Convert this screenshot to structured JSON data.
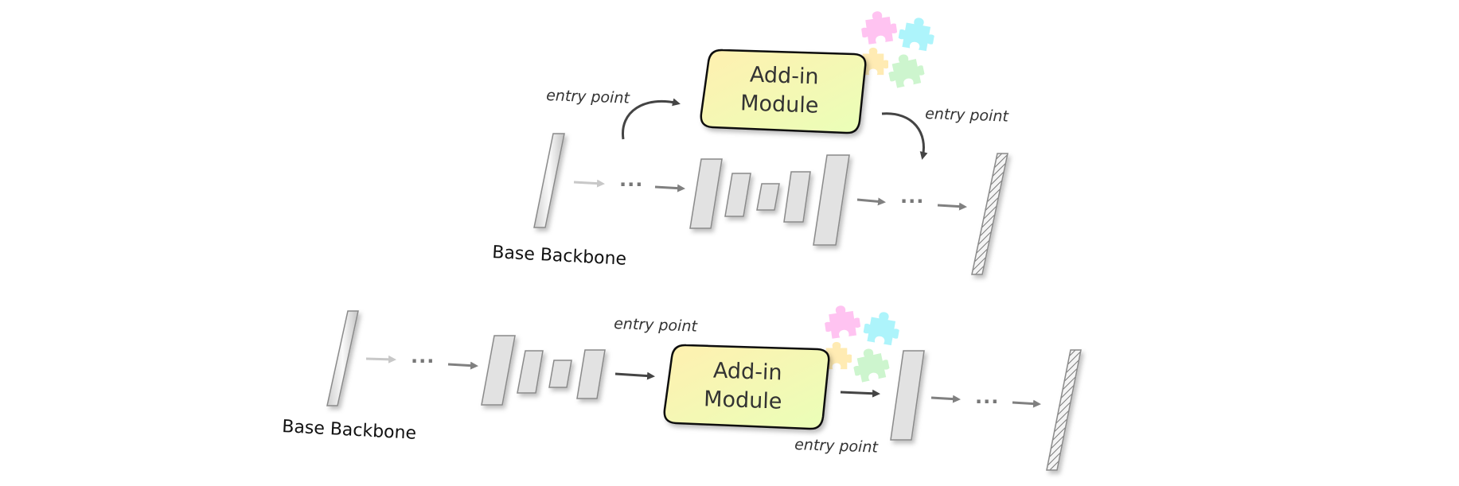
{
  "top_diagram": {
    "module_line1": "Add-in",
    "module_line2": "Module",
    "entry_in_label": "entry point",
    "entry_out_label": "entry point",
    "backbone_label": "Base Backbone",
    "ellipsis_1": "...",
    "ellipsis_2": "..."
  },
  "bottom_diagram": {
    "module_line1": "Add-in",
    "module_line2": "Module",
    "entry_in_label": "entry point",
    "entry_out_label": "entry point",
    "backbone_label": "Base Backbone",
    "ellipsis_1": "...",
    "ellipsis_2": "..."
  },
  "colors": {
    "layer_fill": "#e2e2e2",
    "layer_stroke": "#8a8a8a",
    "module_gradient_start": "#fff0b0",
    "module_gradient_end": "#eaffb8",
    "module_border": "#111111",
    "arrow_dark": "#444444",
    "arrow_mid": "#808080",
    "arrow_light": "#c8c8c8",
    "puzzle_pink": "#ffb8ee",
    "puzzle_cyan": "#9ff2fa",
    "puzzle_yellow": "#ffe8a6",
    "puzzle_green": "#c4f3c6"
  },
  "icons": {
    "puzzle": "puzzle-piece-icon"
  }
}
